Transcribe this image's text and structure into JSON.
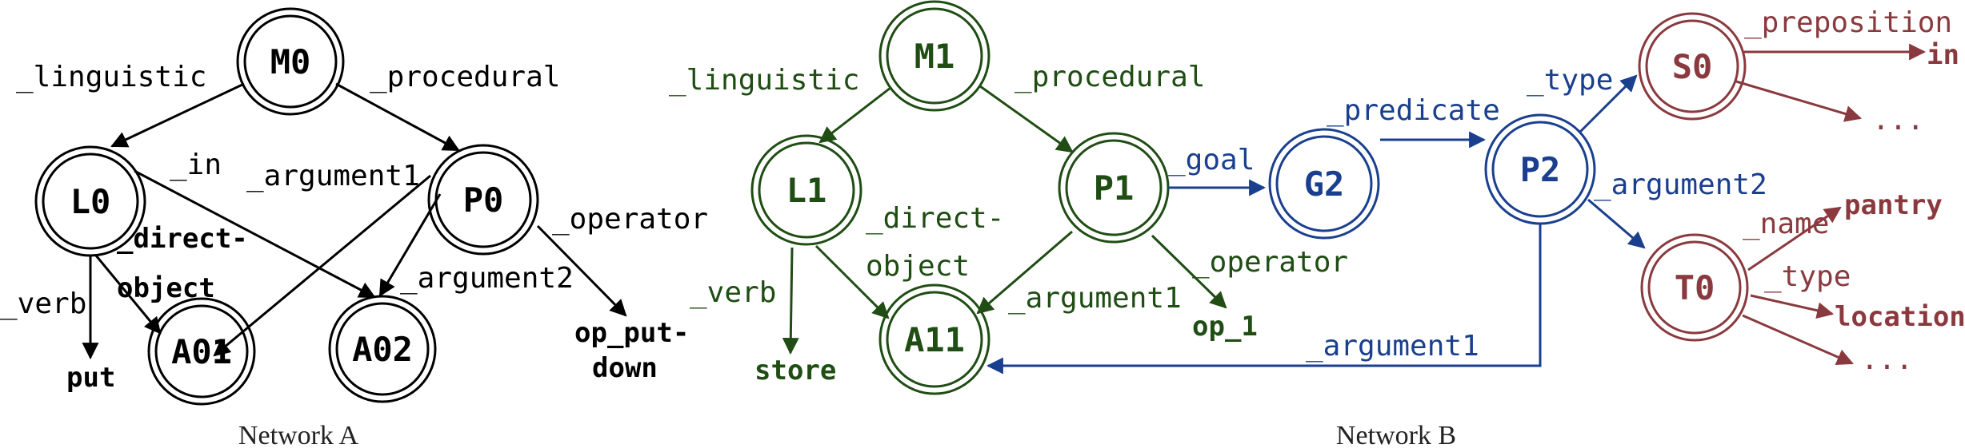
{
  "colors": {
    "network_a": "#000000",
    "network_b_green": "#1f4d14",
    "network_b_blue": "#1a3f8f",
    "network_b_red": "#8a3a3e"
  },
  "captions": {
    "network_a": "Network A",
    "network_b": "Network B"
  },
  "network_a": {
    "nodes": {
      "m0": "M0",
      "l0": "L0",
      "p0": "P0",
      "a01": "A01",
      "a02": "A02"
    },
    "edge_labels": {
      "linguistic": "_linguistic",
      "procedural": "_procedural",
      "in": "_in",
      "argument1": "_argument1",
      "direct_object_1": "_direct-",
      "direct_object_2": "object",
      "argument2": "_argument2",
      "operator": "_operator",
      "verb": "_verb"
    },
    "terminals": {
      "put": "put",
      "op_put_down_1": "op_put-",
      "op_put_down_2": "down"
    }
  },
  "network_b": {
    "nodes": {
      "m1": "M1",
      "l1": "L1",
      "p1": "P1",
      "a11": "A11",
      "g2": "G2",
      "p2": "P2",
      "s0": "S0",
      "t0": "T0"
    },
    "edge_labels": {
      "linguistic": "_linguistic",
      "procedural": "_procedural",
      "goal": "_goal",
      "predicate": "_predicate",
      "type_s0": "_type",
      "preposition": "_preposition",
      "direct_object_1": "_direct-",
      "direct_object_2": "object",
      "verb": "_verb",
      "operator": "_operator",
      "argument1_p1": "_argument1",
      "argument2": "_argument2",
      "name": "_name",
      "type_t0": "_type",
      "argument1_p2": "_argument1"
    },
    "terminals": {
      "store": "store",
      "op_1": "op_1",
      "in": "in",
      "pantry": "pantry",
      "location": "location",
      "ellipsis_s0": "...",
      "ellipsis_t0": "..."
    }
  }
}
